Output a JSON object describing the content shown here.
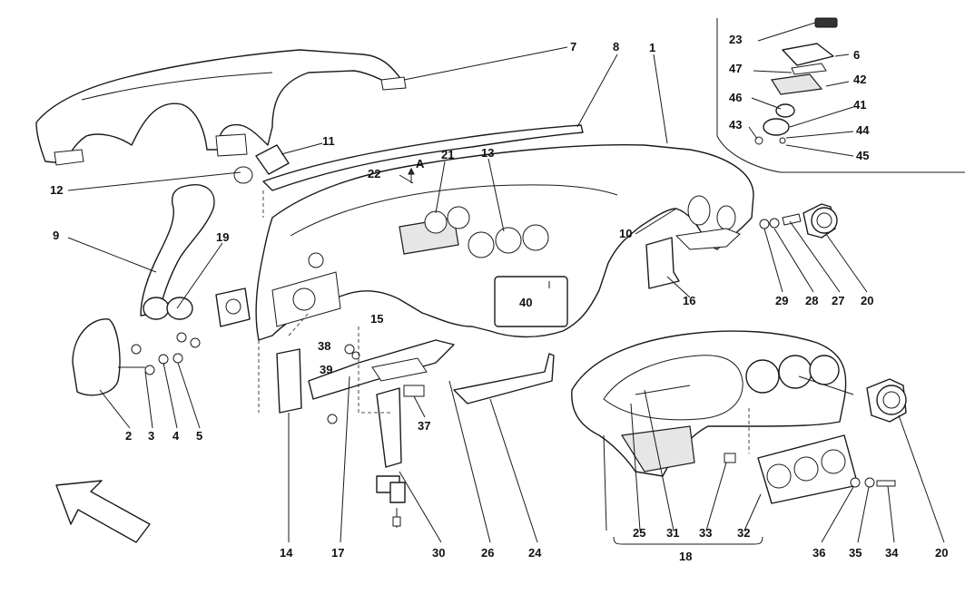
{
  "callouts": [
    {
      "id": "c1",
      "text": "1"
    },
    {
      "id": "c2",
      "text": "2"
    },
    {
      "id": "c3",
      "text": "3"
    },
    {
      "id": "c4",
      "text": "4"
    },
    {
      "id": "c5",
      "text": "5"
    },
    {
      "id": "c6",
      "text": "6"
    },
    {
      "id": "c7",
      "text": "7"
    },
    {
      "id": "c8",
      "text": "8"
    },
    {
      "id": "c9",
      "text": "9"
    },
    {
      "id": "c10",
      "text": "10"
    },
    {
      "id": "c11",
      "text": "11"
    },
    {
      "id": "c12",
      "text": "12"
    },
    {
      "id": "c13",
      "text": "13"
    },
    {
      "id": "c14",
      "text": "14"
    },
    {
      "id": "c15",
      "text": "15"
    },
    {
      "id": "c16",
      "text": "16"
    },
    {
      "id": "c17",
      "text": "17"
    },
    {
      "id": "c18",
      "text": "18"
    },
    {
      "id": "c19",
      "text": "19"
    },
    {
      "id": "c20a",
      "text": "20"
    },
    {
      "id": "c20b",
      "text": "20"
    },
    {
      "id": "c21",
      "text": "21"
    },
    {
      "id": "c22",
      "text": "22"
    },
    {
      "id": "c23",
      "text": "23"
    },
    {
      "id": "c24",
      "text": "24"
    },
    {
      "id": "c25",
      "text": "25"
    },
    {
      "id": "c26",
      "text": "26"
    },
    {
      "id": "c27",
      "text": "27"
    },
    {
      "id": "c28",
      "text": "28"
    },
    {
      "id": "c29",
      "text": "29"
    },
    {
      "id": "c30",
      "text": "30"
    },
    {
      "id": "c31",
      "text": "31"
    },
    {
      "id": "c32",
      "text": "32"
    },
    {
      "id": "c33",
      "text": "33"
    },
    {
      "id": "c34",
      "text": "34"
    },
    {
      "id": "c35",
      "text": "35"
    },
    {
      "id": "c36",
      "text": "36"
    },
    {
      "id": "c37",
      "text": "37"
    },
    {
      "id": "c38",
      "text": "38"
    },
    {
      "id": "c39",
      "text": "39"
    },
    {
      "id": "c40",
      "text": "40"
    },
    {
      "id": "c41",
      "text": "41"
    },
    {
      "id": "c42",
      "text": "42"
    },
    {
      "id": "c43",
      "text": "43"
    },
    {
      "id": "c44",
      "text": "44"
    },
    {
      "id": "c45",
      "text": "45"
    },
    {
      "id": "c46",
      "text": "46"
    },
    {
      "id": "c47",
      "text": "47"
    },
    {
      "id": "cA",
      "text": "A"
    }
  ],
  "icons": {
    "direction_arrow": "direction-arrow-icon"
  },
  "colors": {
    "line": "#1a1a1a",
    "background": "#ffffff"
  }
}
